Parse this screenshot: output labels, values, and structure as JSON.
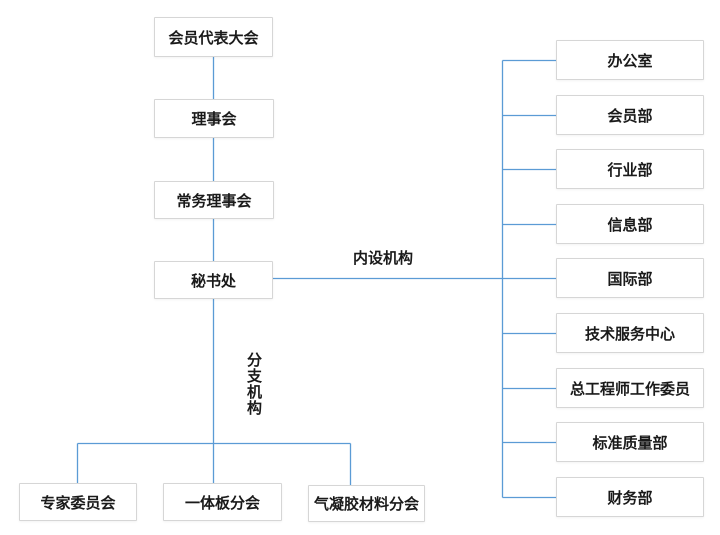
{
  "colors": {
    "line": "#5b9bd5",
    "border": "#d6d6d6",
    "text": "#1a1a1a",
    "bg": "#ffffff"
  },
  "chain": [
    "会员代表大会",
    "理事会",
    "常务理事会",
    "秘书处"
  ],
  "group_labels": {
    "internal": "内设机构",
    "branch": "分支机构"
  },
  "internal_departments": [
    "办公室",
    "会员部",
    "行业部",
    "信息部",
    "国际部",
    "技术服务中心",
    "总工程师工作委员",
    "标准质量部",
    "财务部"
  ],
  "branches": [
    "专家委员会",
    "一体板分会",
    "气凝胶材料分会"
  ]
}
